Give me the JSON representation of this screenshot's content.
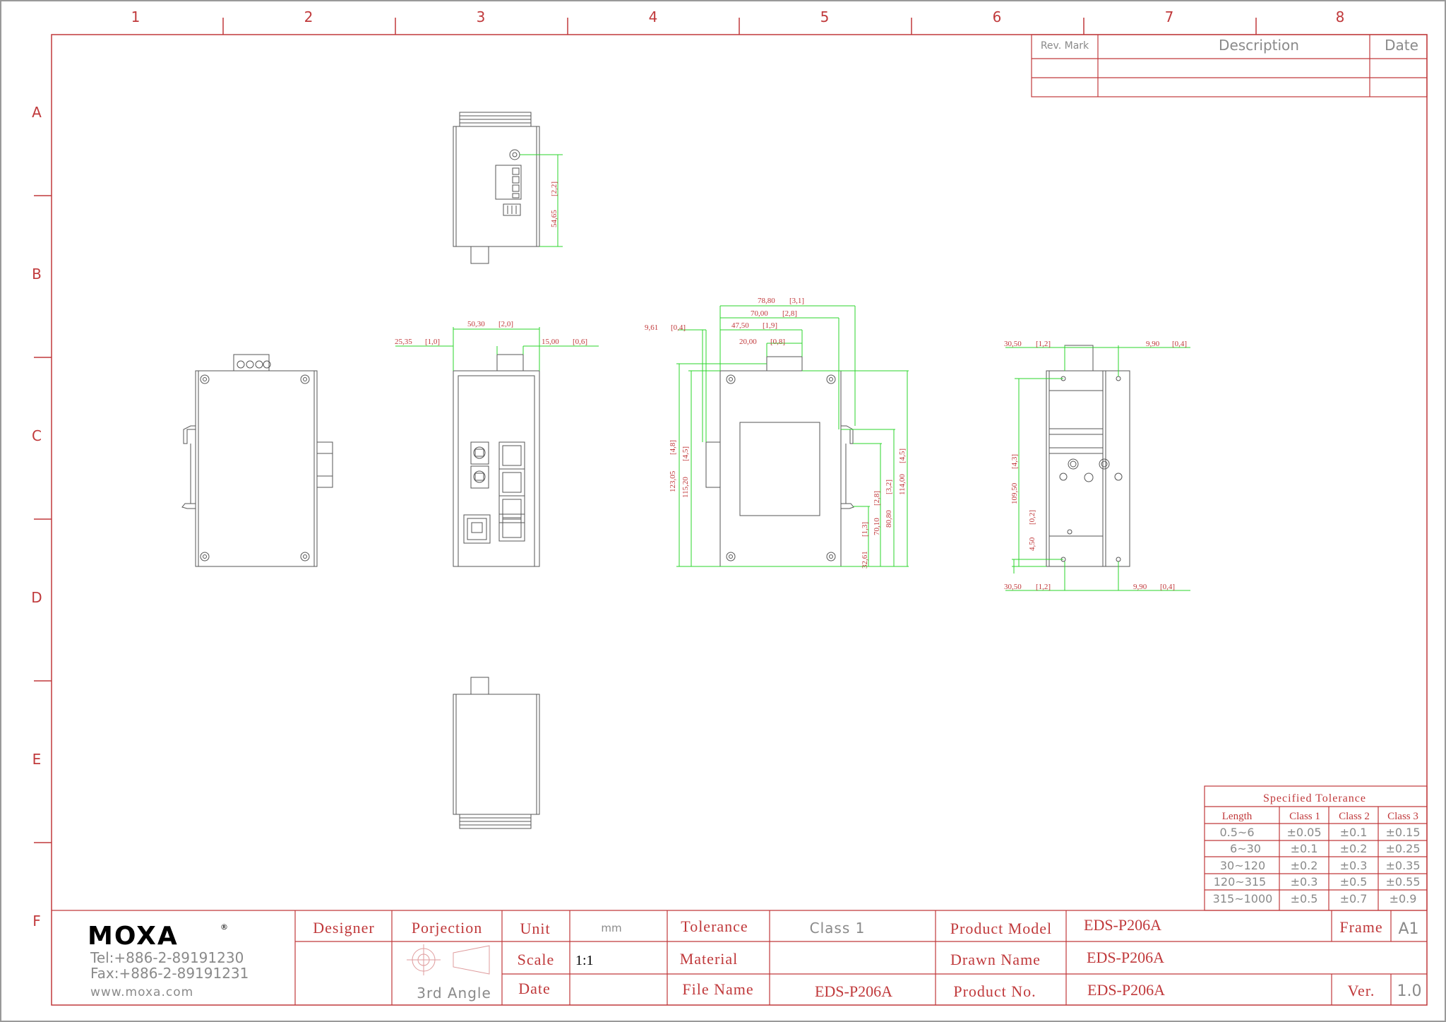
{
  "frame": {
    "columns": [
      "1",
      "2",
      "3",
      "4",
      "5",
      "6",
      "7",
      "8"
    ],
    "rows": [
      "A",
      "B",
      "C",
      "D",
      "E",
      "F"
    ],
    "color": "#c0393b"
  },
  "revision_table": {
    "headers": [
      "Rev. Mark",
      "Description",
      "Date"
    ]
  },
  "dimensions": {
    "top_view": [
      {
        "value": "54,65",
        "inch": "[2,2]"
      }
    ],
    "front_view": [
      {
        "value": "50,30",
        "inch": "[2,0]"
      },
      {
        "value": "25,35",
        "inch": "[1,0]"
      },
      {
        "value": "15,00",
        "inch": "[0,6]"
      }
    ],
    "side_view": [
      {
        "value": "78,80",
        "inch": "[3,1]"
      },
      {
        "value": "70,00",
        "inch": "[2,8]"
      },
      {
        "value": "47,50",
        "inch": "[1,9]"
      },
      {
        "value": "20,00",
        "inch": "[0,8]"
      },
      {
        "value": "9,61",
        "inch": "[0,4]"
      },
      {
        "value": "123,05",
        "inch": "[4,8]"
      },
      {
        "value": "115,20",
        "inch": "[4,5]"
      },
      {
        "value": "114,00",
        "inch": "[4,5]"
      },
      {
        "value": "80,80",
        "inch": "[3,2]"
      },
      {
        "value": "70,10",
        "inch": "[2,8]"
      },
      {
        "value": "32,61",
        "inch": "[1,3]"
      }
    ],
    "rear_view": [
      {
        "value": "30,50",
        "inch": "[1,2]"
      },
      {
        "value": "9,90",
        "inch": "[0,4]"
      },
      {
        "value": "109,50",
        "inch": "[4,3]"
      },
      {
        "value": "4,50",
        "inch": "[0,2]"
      },
      {
        "value": "30,50",
        "inch": "[1,2]"
      },
      {
        "value": "9,90",
        "inch": "[0,4]"
      }
    ]
  },
  "tolerance_table": {
    "title": "Specified Tolerance",
    "headers": [
      "Length",
      "Class 1",
      "Class 2",
      "Class 3"
    ],
    "rows": [
      [
        "0.5~6",
        "±0.05",
        "±0.1",
        "±0.15"
      ],
      [
        "6~30",
        "±0.1",
        "±0.2",
        "±0.25"
      ],
      [
        "30~120",
        "±0.2",
        "±0.3",
        "±0.35"
      ],
      [
        "120~315",
        "±0.3",
        "±0.5",
        "±0.55"
      ],
      [
        "315~1000",
        "±0.5",
        "±0.7",
        "±0.9"
      ]
    ]
  },
  "title_block": {
    "logo": "MOXA",
    "registered": "®",
    "tel": "Tel:+886-2-89191230",
    "fax": "Fax:+886-2-89191231",
    "web": "www.moxa.com",
    "designer_label": "Designer",
    "projection_label": "Porjection",
    "projection_value": "3rd Angle",
    "unit_label": "Unit",
    "unit_value": "mm",
    "scale_label": "Scale",
    "scale_value": "1:1",
    "date_label": "Date",
    "tolerance_label": "Tolerance",
    "tolerance_value": "Class 1",
    "material_label": "Material",
    "file_name_label": "File Name",
    "file_name_value": "EDS-P206A",
    "product_model_label": "Product Model",
    "product_model_value": "EDS-P206A",
    "drawn_name_label": "Drawn Name",
    "drawn_name_value": "EDS-P206A",
    "product_no_label": "Product No.",
    "product_no_value": "EDS-P206A",
    "frame_label": "Frame",
    "frame_value": "A1",
    "ver_label": "Ver.",
    "ver_value": "1.0"
  }
}
